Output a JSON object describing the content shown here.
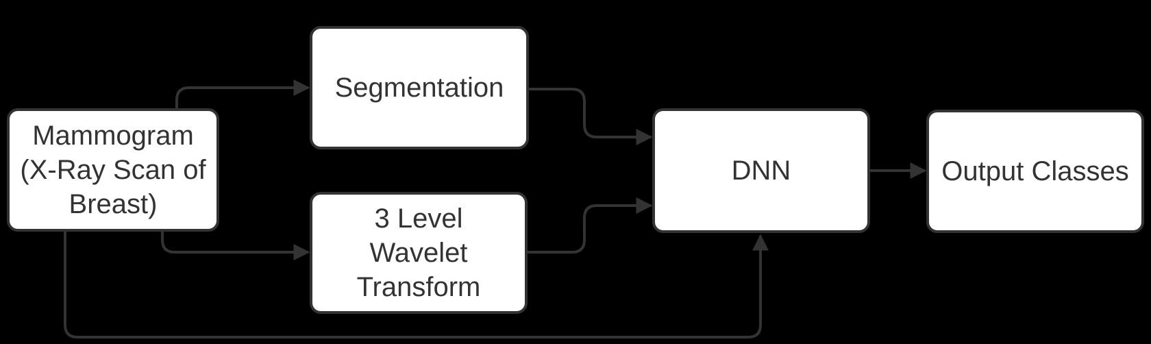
{
  "diagram": {
    "type": "flowchart",
    "background_color": "#000000",
    "node_fill_color": "#ffffff",
    "stroke_color": "#333333",
    "text_color": "#333333",
    "nodes": {
      "mammogram": {
        "label": "Mammogram (X-Ray Scan of Breast)",
        "lines": [
          "Mammogram",
          "(X-Ray Scan of",
          "Breast)"
        ]
      },
      "segmentation": {
        "label": "Segmentation",
        "lines": [
          "Segmentation"
        ]
      },
      "wavelet": {
        "label": "3 Level Wavelet Transform",
        "lines": [
          "3 Level",
          "Wavelet",
          "Transform"
        ]
      },
      "dnn": {
        "label": "DNN",
        "lines": [
          "DNN"
        ]
      },
      "output_classes": {
        "label": "Output Classes",
        "lines": [
          "Output Classes"
        ]
      }
    },
    "edges": [
      {
        "from": "mammogram",
        "to": "segmentation"
      },
      {
        "from": "mammogram",
        "to": "wavelet"
      },
      {
        "from": "mammogram",
        "to": "dnn"
      },
      {
        "from": "segmentation",
        "to": "dnn"
      },
      {
        "from": "wavelet",
        "to": "dnn"
      },
      {
        "from": "dnn",
        "to": "output_classes"
      }
    ]
  }
}
